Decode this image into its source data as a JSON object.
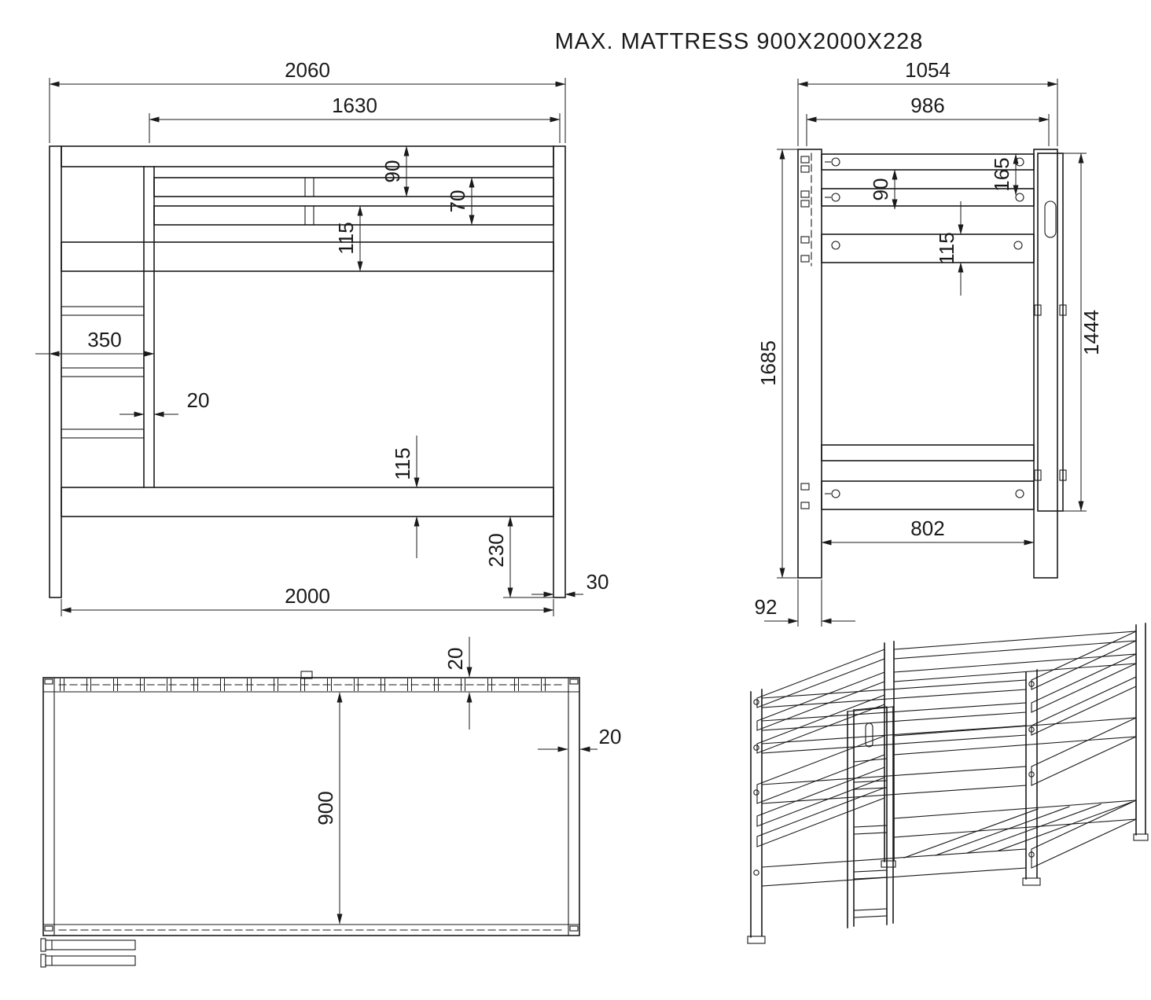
{
  "title": "MAX. MATTRESS 900X2000X228",
  "side_view": {
    "dims": {
      "overall_length": "2060",
      "guard_rail_length": "1630",
      "rail_spacing_90": "90",
      "rail_spacing_70": "70",
      "upper_rail_height": "115",
      "ladder_width": "350",
      "ladder_stile": "20",
      "lower_rail_height": "115",
      "under_clearance": "230",
      "bed_length": "2000",
      "end_overhang": "30"
    }
  },
  "end_view": {
    "dims": {
      "overall_width": "1054",
      "outer_width": "986",
      "top_rail_offset": "165",
      "rail_spacing_90": "90",
      "rail_height_115": "115",
      "overall_height": "1685",
      "ladder_height": "1444",
      "inner_width": "802",
      "post_depth": "92"
    }
  },
  "plan_view": {
    "dims": {
      "slat_panel_thickness": "20",
      "side_rail_thickness": "20",
      "bed_width": "900"
    }
  }
}
